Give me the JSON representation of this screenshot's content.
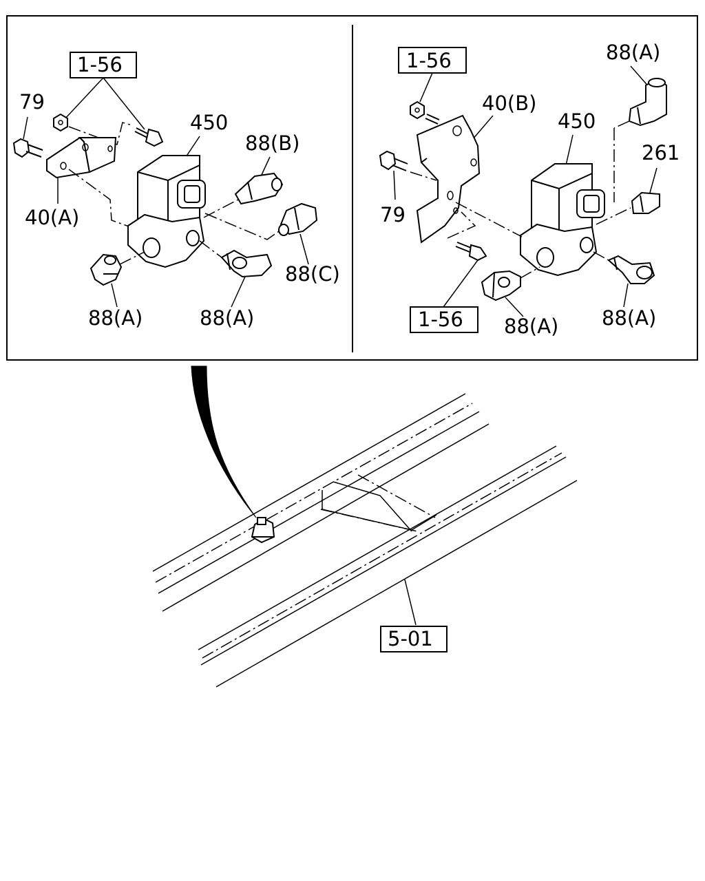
{
  "left_panel": {
    "ref_box": "1-56",
    "labels": {
      "bolt": "79",
      "bracket": "40(A)",
      "valve": "450",
      "fitting_b": "88(B)",
      "fitting_c": "88(C)",
      "fitting_a_left": "88(A)",
      "fitting_a_right": "88(A)"
    }
  },
  "right_panel": {
    "ref_box_top": "1-56",
    "ref_box_bottom": "1-56",
    "labels": {
      "bracket": "40(B)",
      "valve": "450",
      "fitting_a_top": "88(A)",
      "plug": "261",
      "bolt": "79",
      "fitting_a_bottom_mid": "88(A)",
      "fitting_a_bottom_right": "88(A)"
    }
  },
  "frame": {
    "ref_box": "5-01"
  }
}
